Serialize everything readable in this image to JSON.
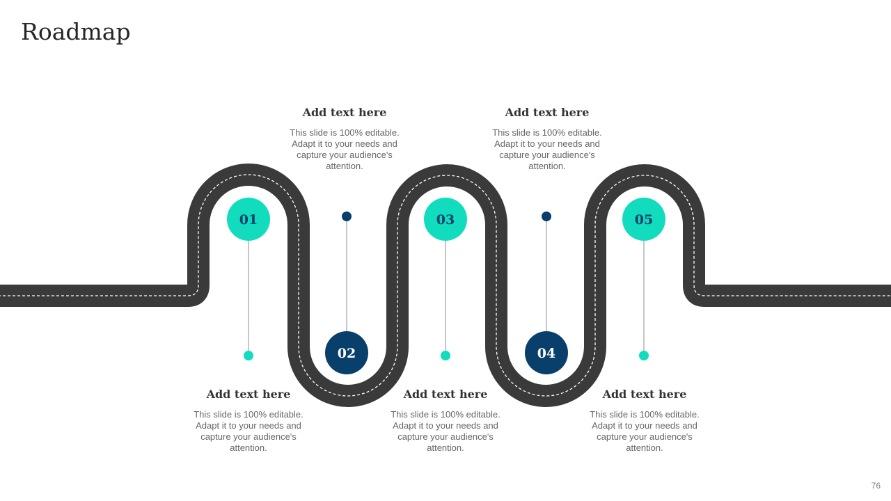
{
  "title": "Roadmap",
  "page_number": "76",
  "colors": {
    "road": "#3a3a3a",
    "road_marking": "#ffffff",
    "teal": "#12dcbe",
    "navy": "#083f6b",
    "connector_line": "#8c8c8c"
  },
  "milestones": [
    {
      "number": "01",
      "style": "teal",
      "title": "Add text here",
      "description": "This slide is 100% editable. Adapt it to your needs and capture your audience's attention."
    },
    {
      "number": "02",
      "style": "navy",
      "title": "Add text here",
      "description": "This slide is 100% editable. Adapt it to your needs and capture your audience's attention."
    },
    {
      "number": "03",
      "style": "teal",
      "title": "Add text here",
      "description": "This slide is 100% editable. Adapt it to your needs and capture your audience's attention."
    },
    {
      "number": "04",
      "style": "navy",
      "title": "Add text here",
      "description": "This slide is 100% editable. Adapt it to your needs and capture your audience's attention."
    },
    {
      "number": "05",
      "style": "teal",
      "title": "Add text here",
      "description": "This slide is 100% editable. Adapt it to your needs and capture your audience's attention."
    }
  ]
}
